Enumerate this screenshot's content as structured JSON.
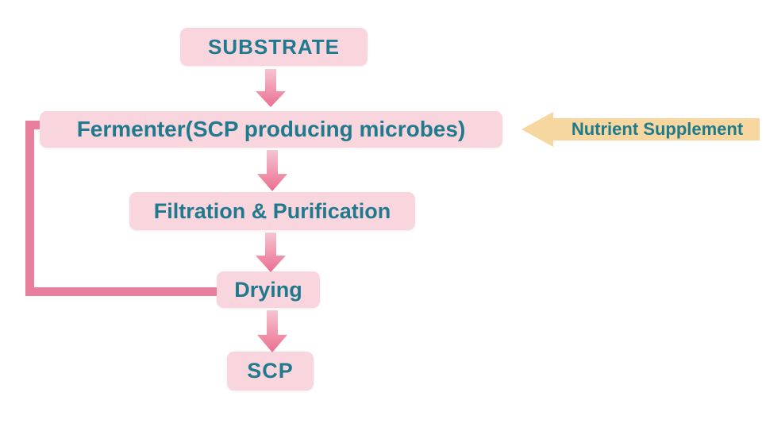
{
  "flow": {
    "nodes": [
      {
        "label": "SUBSTRATE"
      },
      {
        "label": "Fermenter(SCP producing microbes)"
      },
      {
        "label": "Filtration & Purification"
      },
      {
        "label": "Drying"
      },
      {
        "label": "SCP"
      }
    ],
    "side_input": {
      "label": "Nutrient Supplement"
    },
    "edges": [
      {
        "from": "SUBSTRATE",
        "to": "Fermenter(SCP producing microbes)"
      },
      {
        "from": "Fermenter(SCP producing microbes)",
        "to": "Filtration & Purification"
      },
      {
        "from": "Filtration & Purification",
        "to": "Drying"
      },
      {
        "from": "Drying",
        "to": "SCP"
      },
      {
        "from": "Drying",
        "to": "Fermenter(SCP producing microbes)",
        "type": "recycle-loop"
      },
      {
        "from": "Nutrient Supplement",
        "to": "Fermenter(SCP producing microbes)",
        "type": "side-input"
      }
    ]
  },
  "colors": {
    "background": "#ffffff",
    "box_fill": "#f9d5de",
    "box_text": "#1e7a8c",
    "flow_arrow_gradient_start": "#f6c4d1",
    "flow_arrow_gradient_end": "#eb6f90",
    "recycle_line": "#e8809d",
    "nutrient_arrow_fill": "#f6d7a0",
    "nutrient_arrow_text": "#1e7a8c"
  }
}
